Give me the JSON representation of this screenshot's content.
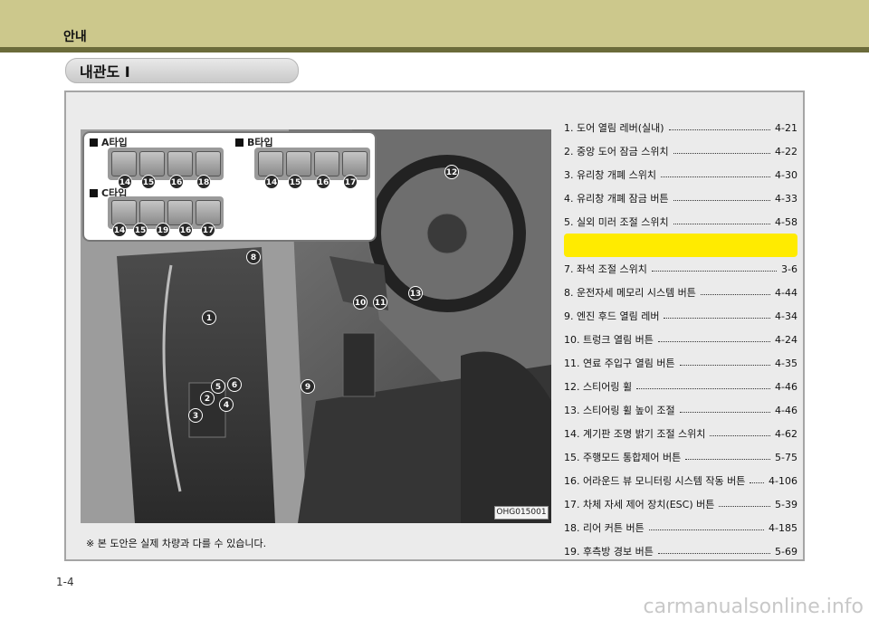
{
  "header": {
    "title": "안내"
  },
  "section": {
    "title": "내관도 I"
  },
  "figure": {
    "code": "OHG015001",
    "note": "※ 본 도안은 실제 차량과 다를 수 있습니다.",
    "inset": {
      "type_a": "A타입",
      "type_b": "B타입",
      "type_c": "C타입",
      "a_numbers": [
        "14",
        "15",
        "16",
        "18"
      ],
      "b_numbers": [
        "14",
        "15",
        "16",
        "17"
      ],
      "c_numbers": [
        "14",
        "15",
        "19",
        "16",
        "17"
      ]
    },
    "callouts": [
      "1",
      "2",
      "3",
      "4",
      "5",
      "6",
      "8",
      "9",
      "10",
      "11",
      "12",
      "13"
    ]
  },
  "items": [
    {
      "text": "1. 도어 열림 레버(실내)",
      "page": "4-21"
    },
    {
      "text": "2. 중앙 도어 잠금 스위치",
      "page": "4-22"
    },
    {
      "text": "3. 유리창 개폐 스위치",
      "page": "4-30"
    },
    {
      "text": "4. 유리창 개폐 잠금 버튼",
      "page": "4-33"
    },
    {
      "text": "5. 실외 미러 조절 스위치",
      "page": "4-58"
    },
    {
      "text": "",
      "page": "",
      "highlighted": true
    },
    {
      "text": "7. 좌석 조절 스위치",
      "page": "3-6"
    },
    {
      "text": "8. 운전자세 메모리 시스템 버튼",
      "page": "4-44"
    },
    {
      "text": "9. 엔진 후드 열림 레버",
      "page": "4-34"
    },
    {
      "text": "10. 트렁크 열림 버튼",
      "page": "4-24"
    },
    {
      "text": "11. 연료 주입구 열림 버튼",
      "page": "4-35"
    },
    {
      "text": "12. 스티어링 휠",
      "page": "4-46"
    },
    {
      "text": "13. 스티어링 휠 높이 조절",
      "page": "4-46"
    },
    {
      "text": "14. 계기판 조명 밝기 조절 스위치",
      "page": "4-62"
    },
    {
      "text": "15. 주행모드 통합제어 버튼",
      "page": "5-75"
    },
    {
      "text": "16. 어라운드 뷰 모니터링 시스템 작동 버튼",
      "page": "4-106"
    },
    {
      "text": "17. 차체 자세 제어 장치(ESC) 버튼",
      "page": "5-39"
    },
    {
      "text": "18. 리어 커튼 버튼",
      "page": "4-185"
    },
    {
      "text": "19. 후측방 경보 버튼",
      "page": "5-69"
    }
  ],
  "footer": {
    "page_number": "1-4",
    "watermark": "carmanualsonline.info"
  },
  "colors": {
    "topbar": "#ccc88c",
    "topbar_line": "#6b6b3a",
    "highlight": "#ffeb00"
  }
}
